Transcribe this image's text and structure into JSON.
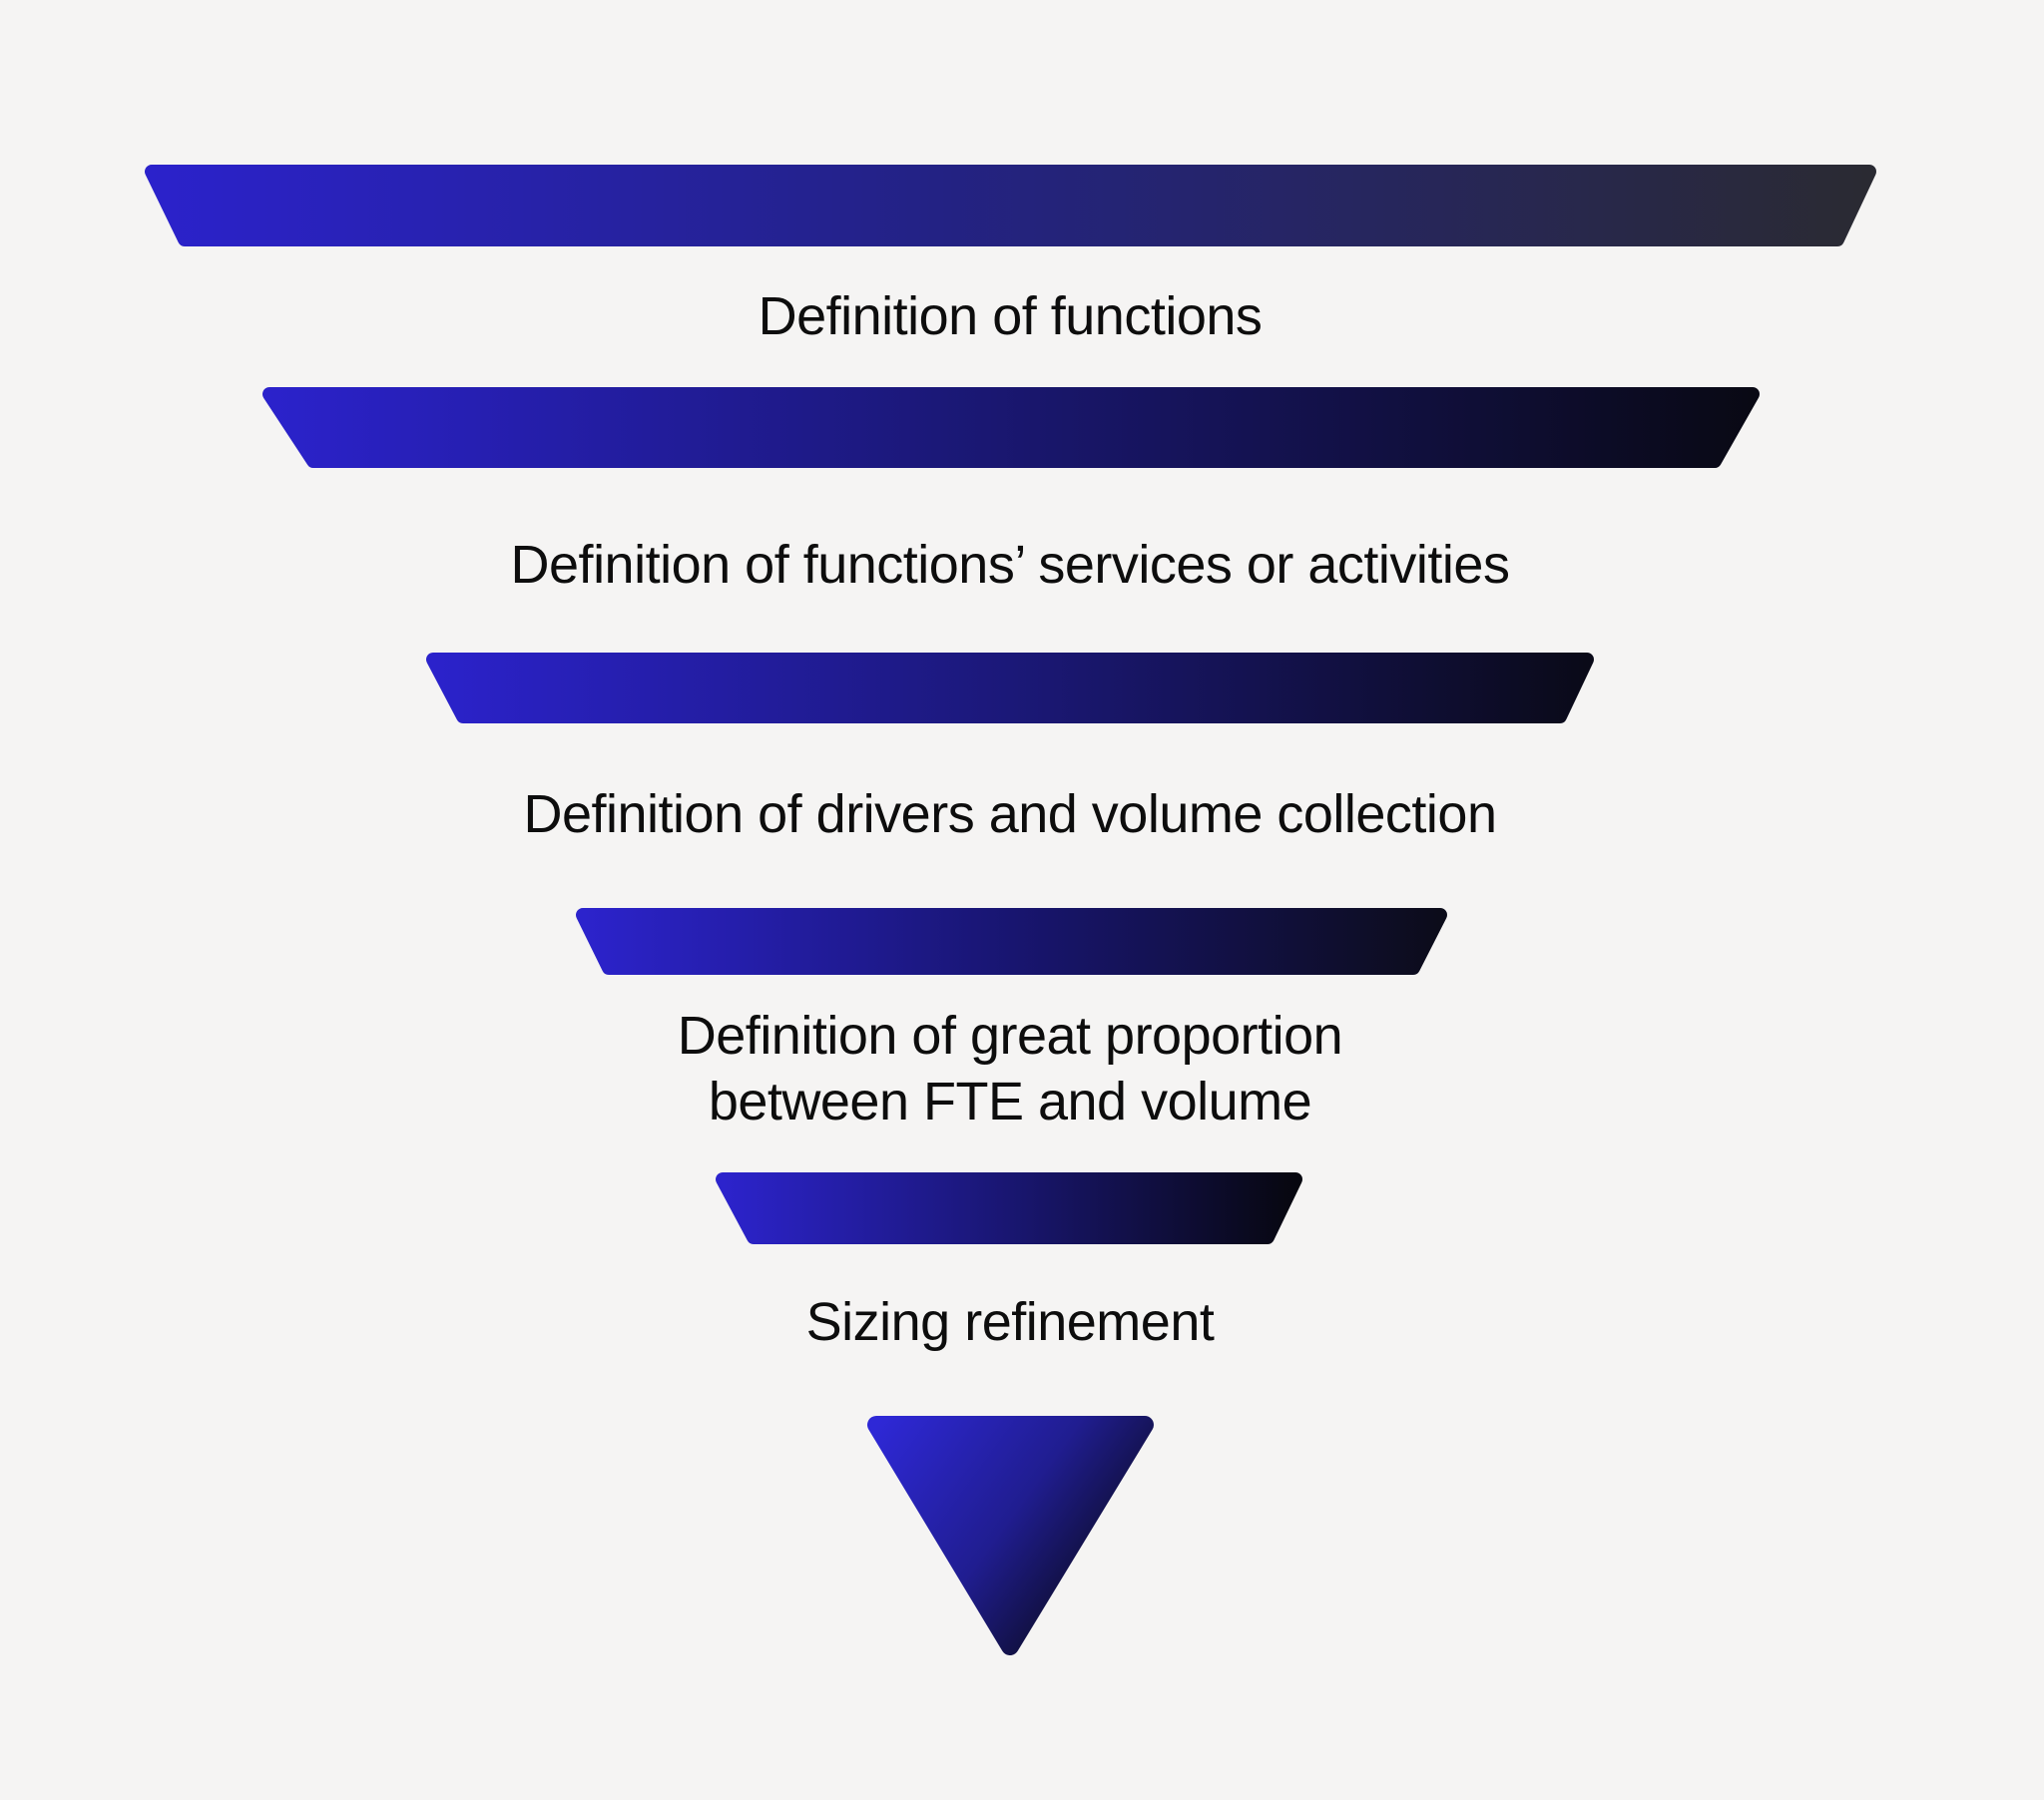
{
  "diagram": {
    "type": "funnel",
    "background_color": "#f5f4f3",
    "text_color": "#0d0d0d",
    "gradient_left_color": "#2b22cb",
    "gradient_right_color": "#09090f",
    "stages": [
      {
        "label": "Definition of functions"
      },
      {
        "label": "Definition of functions’ services or activities"
      },
      {
        "label": "Definition of drivers and volume collection"
      },
      {
        "label": "Definition of great proportion between FTE and volume",
        "lines": [
          "Definition of great proportion",
          "between FTE and volume"
        ]
      },
      {
        "label": "Sizing refinement"
      }
    ]
  }
}
